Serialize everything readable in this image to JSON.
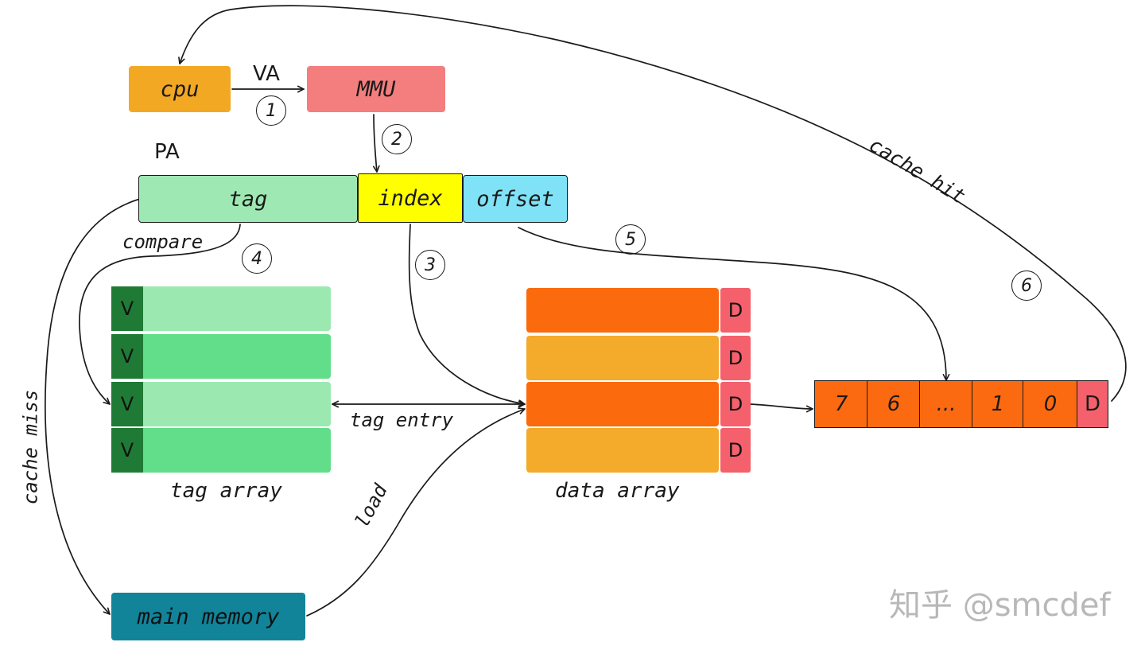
{
  "boxes": {
    "cpu": "cpu",
    "mmu": "MMU",
    "main_memory": "main memory"
  },
  "pa": {
    "label": "PA",
    "tag": "tag",
    "index": "index",
    "offset": "offset"
  },
  "arrow_labels": {
    "va": "VA",
    "compare": "compare",
    "tag_entry": "tag entry",
    "load": "load",
    "cache_hit": "cache hit",
    "cache_miss": "cache miss"
  },
  "steps": [
    "1",
    "2",
    "3",
    "4",
    "5",
    "6"
  ],
  "tag_array": {
    "label": "tag array",
    "valid_bits": [
      "V",
      "V",
      "V",
      "V"
    ]
  },
  "data_array": {
    "label": "data array",
    "dirty_bits": [
      "D",
      "D",
      "D",
      "D"
    ]
  },
  "cache_line": {
    "bytes": [
      "7",
      "6",
      "...",
      "1",
      "0"
    ],
    "dirty": "D"
  },
  "watermark": "知乎 @smcdef",
  "colors": {
    "cpu": "#f3a823",
    "mmu": "#f47e7e",
    "tag": "#9ee9b3",
    "index": "#ffff00",
    "offset": "#80e2f6",
    "tag_row_light": "#9be9b0",
    "tag_row_dark": "#62dd89",
    "valid_bit": "#1f7a35",
    "data_row_dark": "#fb6a0c",
    "data_row_light": "#f4aa2a",
    "dirty_bit": "#f4606c",
    "main_memory": "#11849a"
  }
}
